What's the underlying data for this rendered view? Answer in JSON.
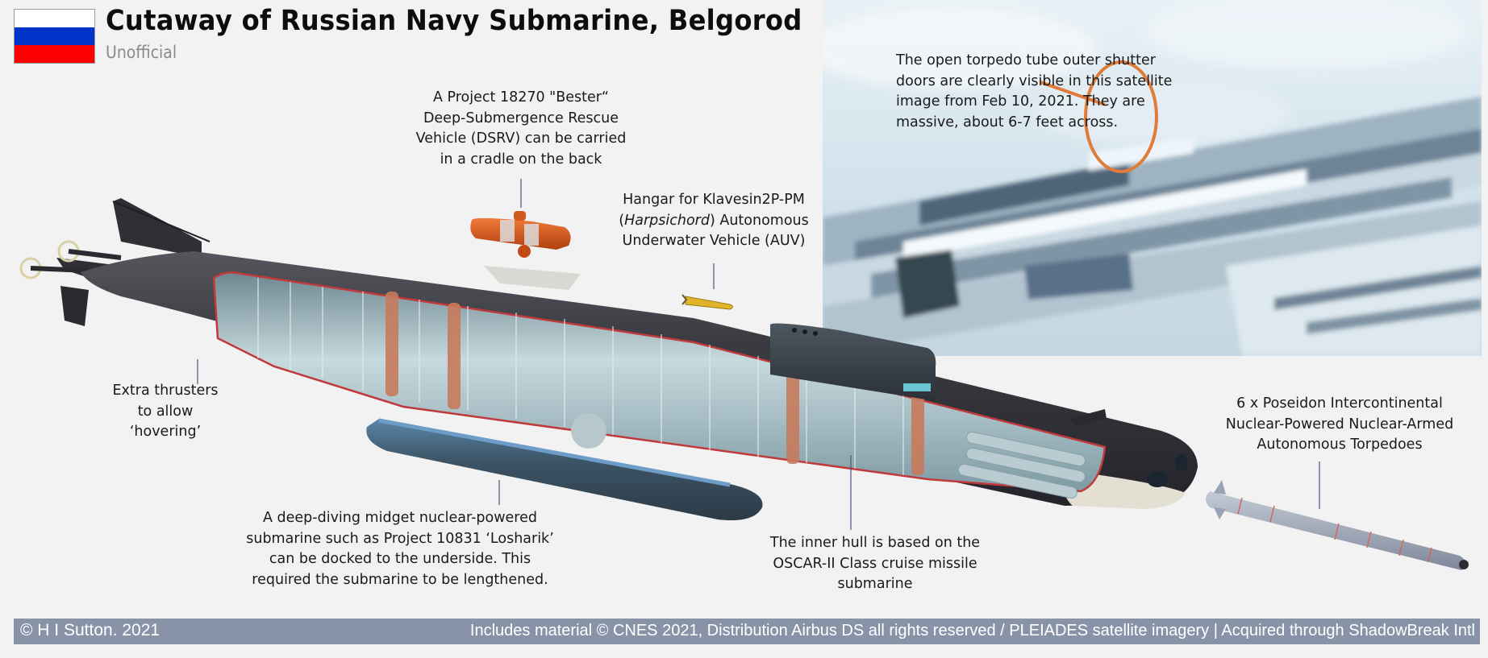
{
  "header": {
    "title": "Cutaway of Russian Navy Submarine, Belgorod",
    "subtitle": "Unofficial",
    "flag": {
      "name": "russian-flag",
      "stripes": [
        "#ffffff",
        "#0033cc",
        "#ff0000"
      ]
    }
  },
  "satellite_inset": {
    "caption_lines": [
      "The open torpedo tube outer shutter",
      "doors are clearly visible in this satellite",
      "image from Feb 10, 2021. They are",
      "massive, about 6-7 feet across."
    ],
    "highlight_color": "#e07b39"
  },
  "callouts": {
    "dsrv": {
      "lines": [
        "A Project 18270 \"Bester“",
        "Deep-Submergence Rescue",
        "Vehicle (DSRV) can be carried",
        "in a cradle on the back"
      ]
    },
    "auv": {
      "line1_pre": "Hangar for Klavesin2P-PM",
      "line2_open": "(",
      "line2_italic": "Harpsichord",
      "line2_rest": ") Autonomous",
      "line3": "Underwater Vehicle (AUV)"
    },
    "thrusters": {
      "lines": [
        "Extra thrusters",
        "to allow",
        "‘hovering’"
      ]
    },
    "midget_sub": {
      "lines": [
        "A deep-diving midget nuclear-powered",
        "submarine such as Project 10831 ‘Losharik’",
        "can be docked to the underside. This",
        "required the submarine to be lengthened."
      ]
    },
    "inner_hull": {
      "lines": [
        "The inner hull is based on the",
        "OSCAR-II Class cruise missile",
        "submarine"
      ]
    },
    "poseidon": {
      "lines": [
        "6 x Poseidon Intercontinental",
        "Nuclear-Powered Nuclear-Armed",
        "Autonomous Torpedoes"
      ]
    }
  },
  "colors": {
    "hull": "#3a3a40",
    "inner_hull": "#a9c2c9",
    "cutaway_edge": "#c0393b",
    "dsrv": "#d9541e",
    "auv": "#e0b42a",
    "midget_sub": "#4a6f86",
    "poseidon": "#9aa3b5",
    "leader_line": "#44597a",
    "footer_bg": "#8893a8"
  },
  "footer": {
    "copyright": "© H I Sutton. 2021",
    "credit": "Includes material © CNES 2021, Distribution Airbus DS all rights reserved / PLEIADES satellite imagery | Acquired through ShadowBreak Intl"
  }
}
